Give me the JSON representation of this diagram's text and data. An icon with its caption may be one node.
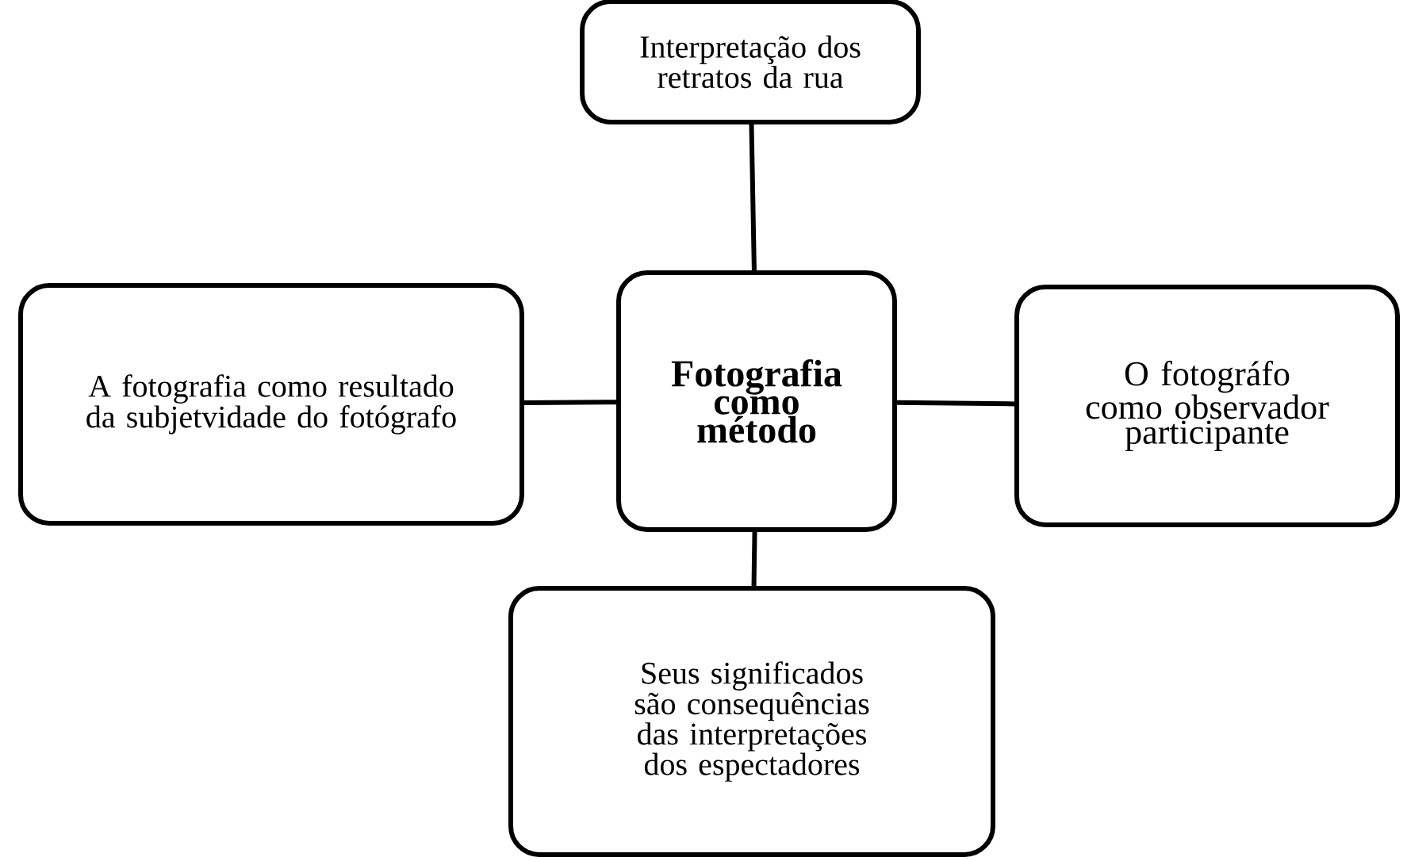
{
  "diagram": {
    "nodes": [
      {
        "text": [
          "Fotografia como método"
        ]
      },
      {
        "text": [
          "Interpretação dos retratos da rua"
        ]
      },
      {
        "text": [
          "A fotografia como resultado da subjetvidade do fotógrafo"
        ]
      },
      {
        "text": [
          "O fotográfo como observador participante"
        ]
      },
      {
        "text": [
          "Seus significados são consequências das interpretações dos espectadores"
        ]
      }
    ],
    "edges": [
      {
        "from": 0,
        "to": 1,
        "arrow": "none"
      },
      {
        "from": 0,
        "to": 2,
        "arrow": "none"
      },
      {
        "from": 0,
        "to": 3,
        "arrow": "none"
      },
      {
        "from": 0,
        "to": 4,
        "arrow": "none"
      }
    ]
  }
}
